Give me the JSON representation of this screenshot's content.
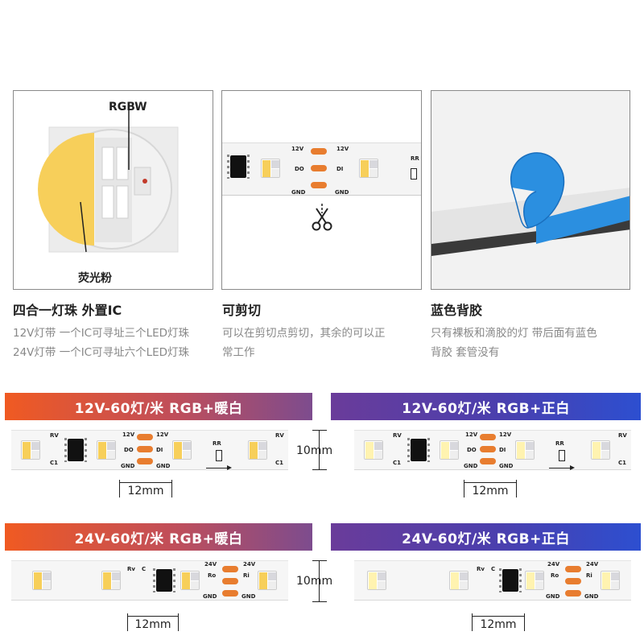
{
  "panels": [
    {
      "labels": {
        "rgbw": "RGBW",
        "phosphor": "荧光粉"
      },
      "title": "四合一灯珠  外置IC",
      "desc": [
        "12V灯带 一个IC可寻址三个LED灯珠",
        "24V灯带 一个IC可寻址六个LED灯珠"
      ]
    },
    {
      "pads": [
        "12V",
        "DO",
        "GND",
        "12V",
        "DI",
        "GND"
      ],
      "res_label": "RR",
      "title": "可剪切",
      "desc": [
        "可以在剪切点剪切，其余的可以正",
        "常工作"
      ]
    },
    {
      "title": "蓝色背胶",
      "desc": [
        "只有裸板和滴胶的灯 带后面有蓝色",
        "背胶 套管没有"
      ]
    }
  ],
  "strips": [
    {
      "banner": "12V-60灯/米  RGB+暖白",
      "style": "warm",
      "width_label": "12mm",
      "height_label": "10mm",
      "pads": [
        "12V",
        "DO",
        "GND",
        "12V",
        "DI",
        "GND"
      ],
      "marks": [
        "RV",
        "C1",
        "RR",
        "RV",
        "C1"
      ]
    },
    {
      "banner": "12V-60灯/米  RGB+正白",
      "style": "cool",
      "width_label": "12mm",
      "pads": [
        "12V",
        "DO",
        "GND",
        "12V",
        "DI",
        "GND"
      ],
      "marks": [
        "RV",
        "C1",
        "RR",
        "RV",
        "C1"
      ]
    },
    {
      "banner": "24V-60灯/米  RGB+暖白",
      "style": "warm",
      "width_label": "12mm",
      "height_label": "10mm",
      "pads": [
        "24V",
        "Ro",
        "GND",
        "24V",
        "Ri",
        "GND"
      ],
      "marks": [
        "Rv",
        "C"
      ]
    },
    {
      "banner": "24V-60灯/米  RGB+正白",
      "style": "cool",
      "width_label": "12mm",
      "pads": [
        "24V",
        "Ro",
        "GND",
        "24V",
        "Ri",
        "GND"
      ],
      "marks": [
        "Rv",
        "C"
      ]
    }
  ],
  "colors": {
    "warm_white": "#f7cf5a",
    "pure_white": "#fff3b0",
    "pad_orange": "#e87d2f",
    "tape_blue": "#2b8fe0"
  }
}
